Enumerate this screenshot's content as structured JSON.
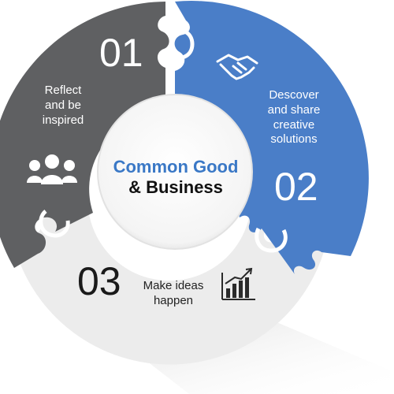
{
  "center": {
    "title_line1": "Common Good",
    "title_line2": "& Business"
  },
  "segments": [
    {
      "number": "01",
      "label_lines": [
        "Reflect",
        "and be",
        "inspired"
      ],
      "color": "#5f6062",
      "icon": "people-group-icon"
    },
    {
      "number": "02",
      "label_lines": [
        "Descover",
        "and share",
        "creative",
        "solutions"
      ],
      "color": "#4a7ec8",
      "icon": "handshake-icon"
    },
    {
      "number": "03",
      "label_lines": [
        "Make ideas",
        "happen"
      ],
      "color": "#ececec",
      "icon": "bar-chart-growth-icon"
    }
  ]
}
